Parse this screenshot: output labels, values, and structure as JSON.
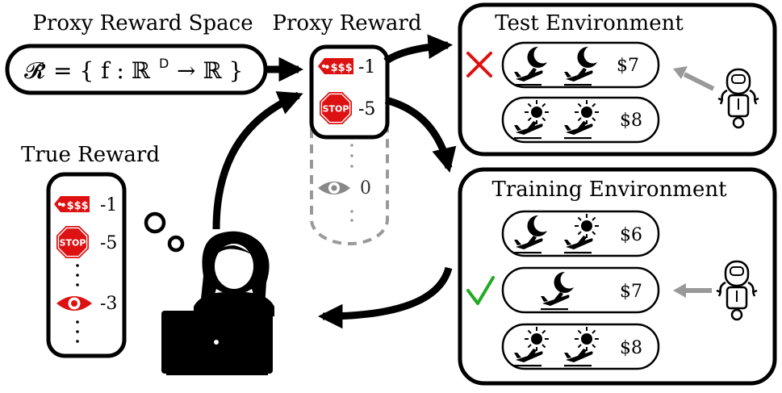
{
  "proxy_space": {
    "title": "Proxy Reward Space",
    "formula_lhs": "𝓡̃",
    "formula_rhs": "= { f : ℝ",
    "formula_sup": "D",
    "formula_end": "→ ℝ }"
  },
  "proxy_reward": {
    "title": "Proxy Reward",
    "items": [
      {
        "icon": "price-tag-icon",
        "tag_text": "•$$$",
        "value": "-1"
      },
      {
        "icon": "stop-sign-icon",
        "sign_text": "STOP",
        "value": "-5"
      },
      {
        "icon": "eye-icon",
        "value": "0"
      }
    ]
  },
  "true_reward": {
    "title": "True Reward",
    "items": [
      {
        "icon": "price-tag-icon",
        "tag_text": "•$$$",
        "value": "-1"
      },
      {
        "icon": "stop-sign-icon",
        "sign_text": "STOP",
        "value": "-5"
      },
      {
        "icon": "eye-icon",
        "value": "-3"
      }
    ]
  },
  "test_env": {
    "title": "Test Environment",
    "options": [
      {
        "flights": [
          "night",
          "night"
        ],
        "price": "$7",
        "mark": "cross"
      },
      {
        "flights": [
          "day",
          "day"
        ],
        "price": "$8",
        "mark": ""
      }
    ]
  },
  "train_env": {
    "title": "Training Environment",
    "options": [
      {
        "flights": [
          "night",
          "day"
        ],
        "price": "$6",
        "mark": ""
      },
      {
        "flights": [
          "night"
        ],
        "price": "$7",
        "mark": "check"
      },
      {
        "flights": [
          "day",
          "day"
        ],
        "price": "$8",
        "mark": ""
      }
    ]
  },
  "colors": {
    "red": "#dd1111",
    "green": "#22aa22",
    "gray": "#999999",
    "black": "#000000"
  }
}
